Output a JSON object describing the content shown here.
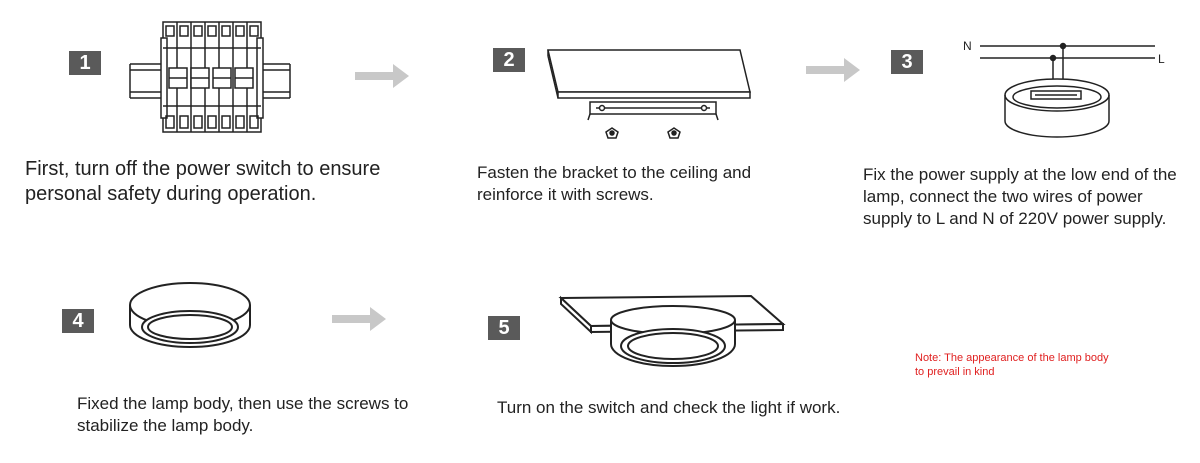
{
  "steps": [
    {
      "number": "1",
      "text": "First, turn off the power switch to ensure personal safety during operation."
    },
    {
      "number": "2",
      "text": "Fasten the bracket to the ceiling and reinforce it with screws."
    },
    {
      "number": "3",
      "text": "Fix the power supply at the low end of the lamp, connect the  two wires of power supply to L and N of 220V power supply."
    },
    {
      "number": "4",
      "text": "Fixed the lamp body, then use the screws to stabilize the lamp body."
    },
    {
      "number": "5",
      "text": "Turn on the switch and check the light if work."
    }
  ],
  "wire_labels": {
    "n": "N",
    "l": "L"
  },
  "note": "Note: The appearance of the lamp body to prevail in kind",
  "colors": {
    "badge": "#5a5a5a",
    "arrow": "#c8c8c8",
    "note": "#e02020",
    "line": "#222222"
  }
}
